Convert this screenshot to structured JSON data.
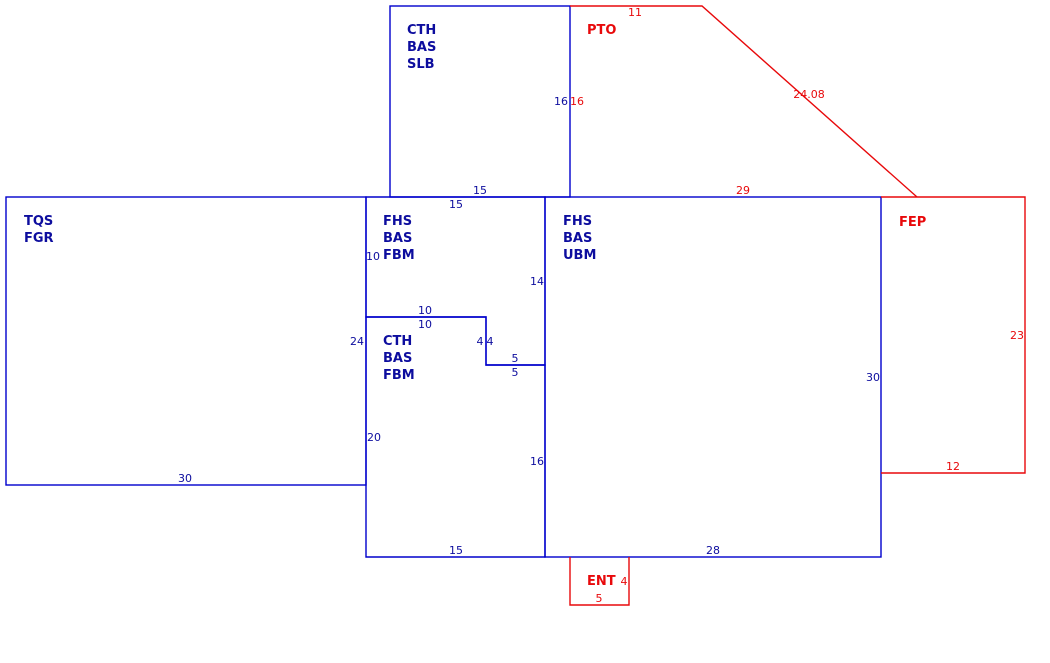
{
  "colors": {
    "blue": "#0000cc",
    "blue_text": "#0d0d9e",
    "red": "#e8090b",
    "background": "#ffffff"
  },
  "areas": {
    "cth_bas_slb": {
      "codes": [
        "CTH",
        "BAS",
        "SLB"
      ],
      "dims": {
        "bottom": "15",
        "right": "16"
      }
    },
    "pto": {
      "code": "PTO",
      "dims": {
        "top": "11",
        "left": "16",
        "diagonal": "24.08",
        "bottom": "29"
      }
    },
    "tqs_fgr": {
      "codes": [
        "TQS",
        "FGR"
      ],
      "dims": {
        "right": "24",
        "bottom": "30"
      }
    },
    "fhs_bas_fbm": {
      "codes": [
        "FHS",
        "BAS",
        "FBM"
      ],
      "dims": {
        "top": "15",
        "left": "10",
        "right": "14",
        "notch_top": "10",
        "notch_side": "4",
        "notch_bottom": "5"
      }
    },
    "cth_bas_fbm": {
      "codes": [
        "CTH",
        "BAS",
        "FBM"
      ],
      "dims": {
        "top": "10",
        "notch_side": "4",
        "notch_top": "5",
        "left": "20",
        "right": "16",
        "bottom": "15"
      }
    },
    "fhs_bas_ubm": {
      "codes": [
        "FHS",
        "BAS",
        "UBM"
      ],
      "dims": {
        "right": "30",
        "bottom": "28"
      }
    },
    "fep": {
      "code": "FEP",
      "dims": {
        "right": "23",
        "bottom": "12"
      }
    },
    "ent": {
      "code": "ENT",
      "dims": {
        "right": "4",
        "bottom": "5"
      }
    }
  }
}
